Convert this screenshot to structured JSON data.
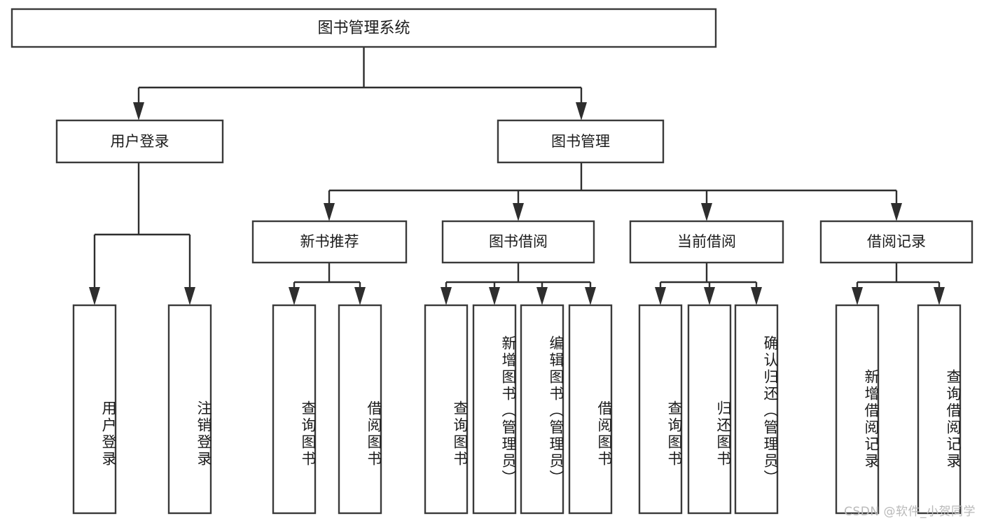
{
  "diagram": {
    "title": "图书管理系统",
    "type": "tree",
    "orientation": "top-down",
    "colors": {
      "box_fill": "#ffffff",
      "box_stroke": "#3a3a3a",
      "connector": "#2e2e2e",
      "label_text": "#1b1b1b",
      "watermark_text": "#b9b9b9"
    },
    "levels": {
      "root": "图书管理系统",
      "level2": [
        "用户登录",
        "图书管理"
      ],
      "level3": [
        "新书推荐",
        "图书借阅",
        "当前借阅",
        "借阅记录"
      ]
    },
    "nodes": {
      "root": {
        "label": "图书管理系统",
        "orientation": "horizontal"
      },
      "user_login": {
        "label": "用户登录",
        "orientation": "horizontal"
      },
      "book_manage": {
        "label": "图书管理",
        "orientation": "horizontal"
      },
      "new_book_rec": {
        "label": "新书推荐",
        "orientation": "horizontal"
      },
      "book_borrow": {
        "label": "图书借阅",
        "orientation": "horizontal"
      },
      "current_borrow": {
        "label": "当前借阅",
        "orientation": "horizontal"
      },
      "borrow_record": {
        "label": "借阅记录",
        "orientation": "horizontal"
      },
      "leaf_user_login": {
        "label": "用户登录",
        "orientation": "vertical"
      },
      "leaf_logout": {
        "label": "注销登录",
        "orientation": "vertical"
      },
      "leaf_query_book_1": {
        "label": "查询图书",
        "orientation": "vertical"
      },
      "leaf_borrow_book_1": {
        "label": "借阅图书",
        "orientation": "vertical"
      },
      "leaf_query_book_2": {
        "label": "查询图书",
        "orientation": "vertical"
      },
      "leaf_add_book": {
        "label": "新增图书（管理员）",
        "orientation": "vertical"
      },
      "leaf_edit_book": {
        "label": "编辑图书（管理员）",
        "orientation": "vertical"
      },
      "leaf_borrow_book_2": {
        "label": "借阅图书",
        "orientation": "vertical"
      },
      "leaf_query_book_3": {
        "label": "查询图书",
        "orientation": "vertical"
      },
      "leaf_return_book": {
        "label": "归还图书",
        "orientation": "vertical"
      },
      "leaf_confirm_return": {
        "label": "确认归还（管理员）",
        "orientation": "vertical"
      },
      "leaf_add_record": {
        "label": "新增借阅记录",
        "orientation": "vertical"
      },
      "leaf_query_record": {
        "label": "查询借阅记录",
        "orientation": "vertical"
      }
    },
    "edges": [
      {
        "from": "root",
        "to": "user_login"
      },
      {
        "from": "root",
        "to": "book_manage"
      },
      {
        "from": "user_login",
        "to": "leaf_user_login"
      },
      {
        "from": "user_login",
        "to": "leaf_logout"
      },
      {
        "from": "book_manage",
        "to": "new_book_rec"
      },
      {
        "from": "book_manage",
        "to": "book_borrow"
      },
      {
        "from": "book_manage",
        "to": "current_borrow"
      },
      {
        "from": "book_manage",
        "to": "borrow_record"
      },
      {
        "from": "new_book_rec",
        "to": "leaf_query_book_1"
      },
      {
        "from": "new_book_rec",
        "to": "leaf_borrow_book_1"
      },
      {
        "from": "book_borrow",
        "to": "leaf_query_book_2"
      },
      {
        "from": "book_borrow",
        "to": "leaf_add_book"
      },
      {
        "from": "book_borrow",
        "to": "leaf_edit_book"
      },
      {
        "from": "book_borrow",
        "to": "leaf_borrow_book_2"
      },
      {
        "from": "current_borrow",
        "to": "leaf_query_book_3"
      },
      {
        "from": "current_borrow",
        "to": "leaf_return_book"
      },
      {
        "from": "current_borrow",
        "to": "leaf_confirm_return"
      },
      {
        "from": "borrow_record",
        "to": "leaf_add_record"
      },
      {
        "from": "borrow_record",
        "to": "leaf_query_record"
      }
    ]
  },
  "watermark": {
    "text": "CSDN @软件_小贺同学"
  }
}
